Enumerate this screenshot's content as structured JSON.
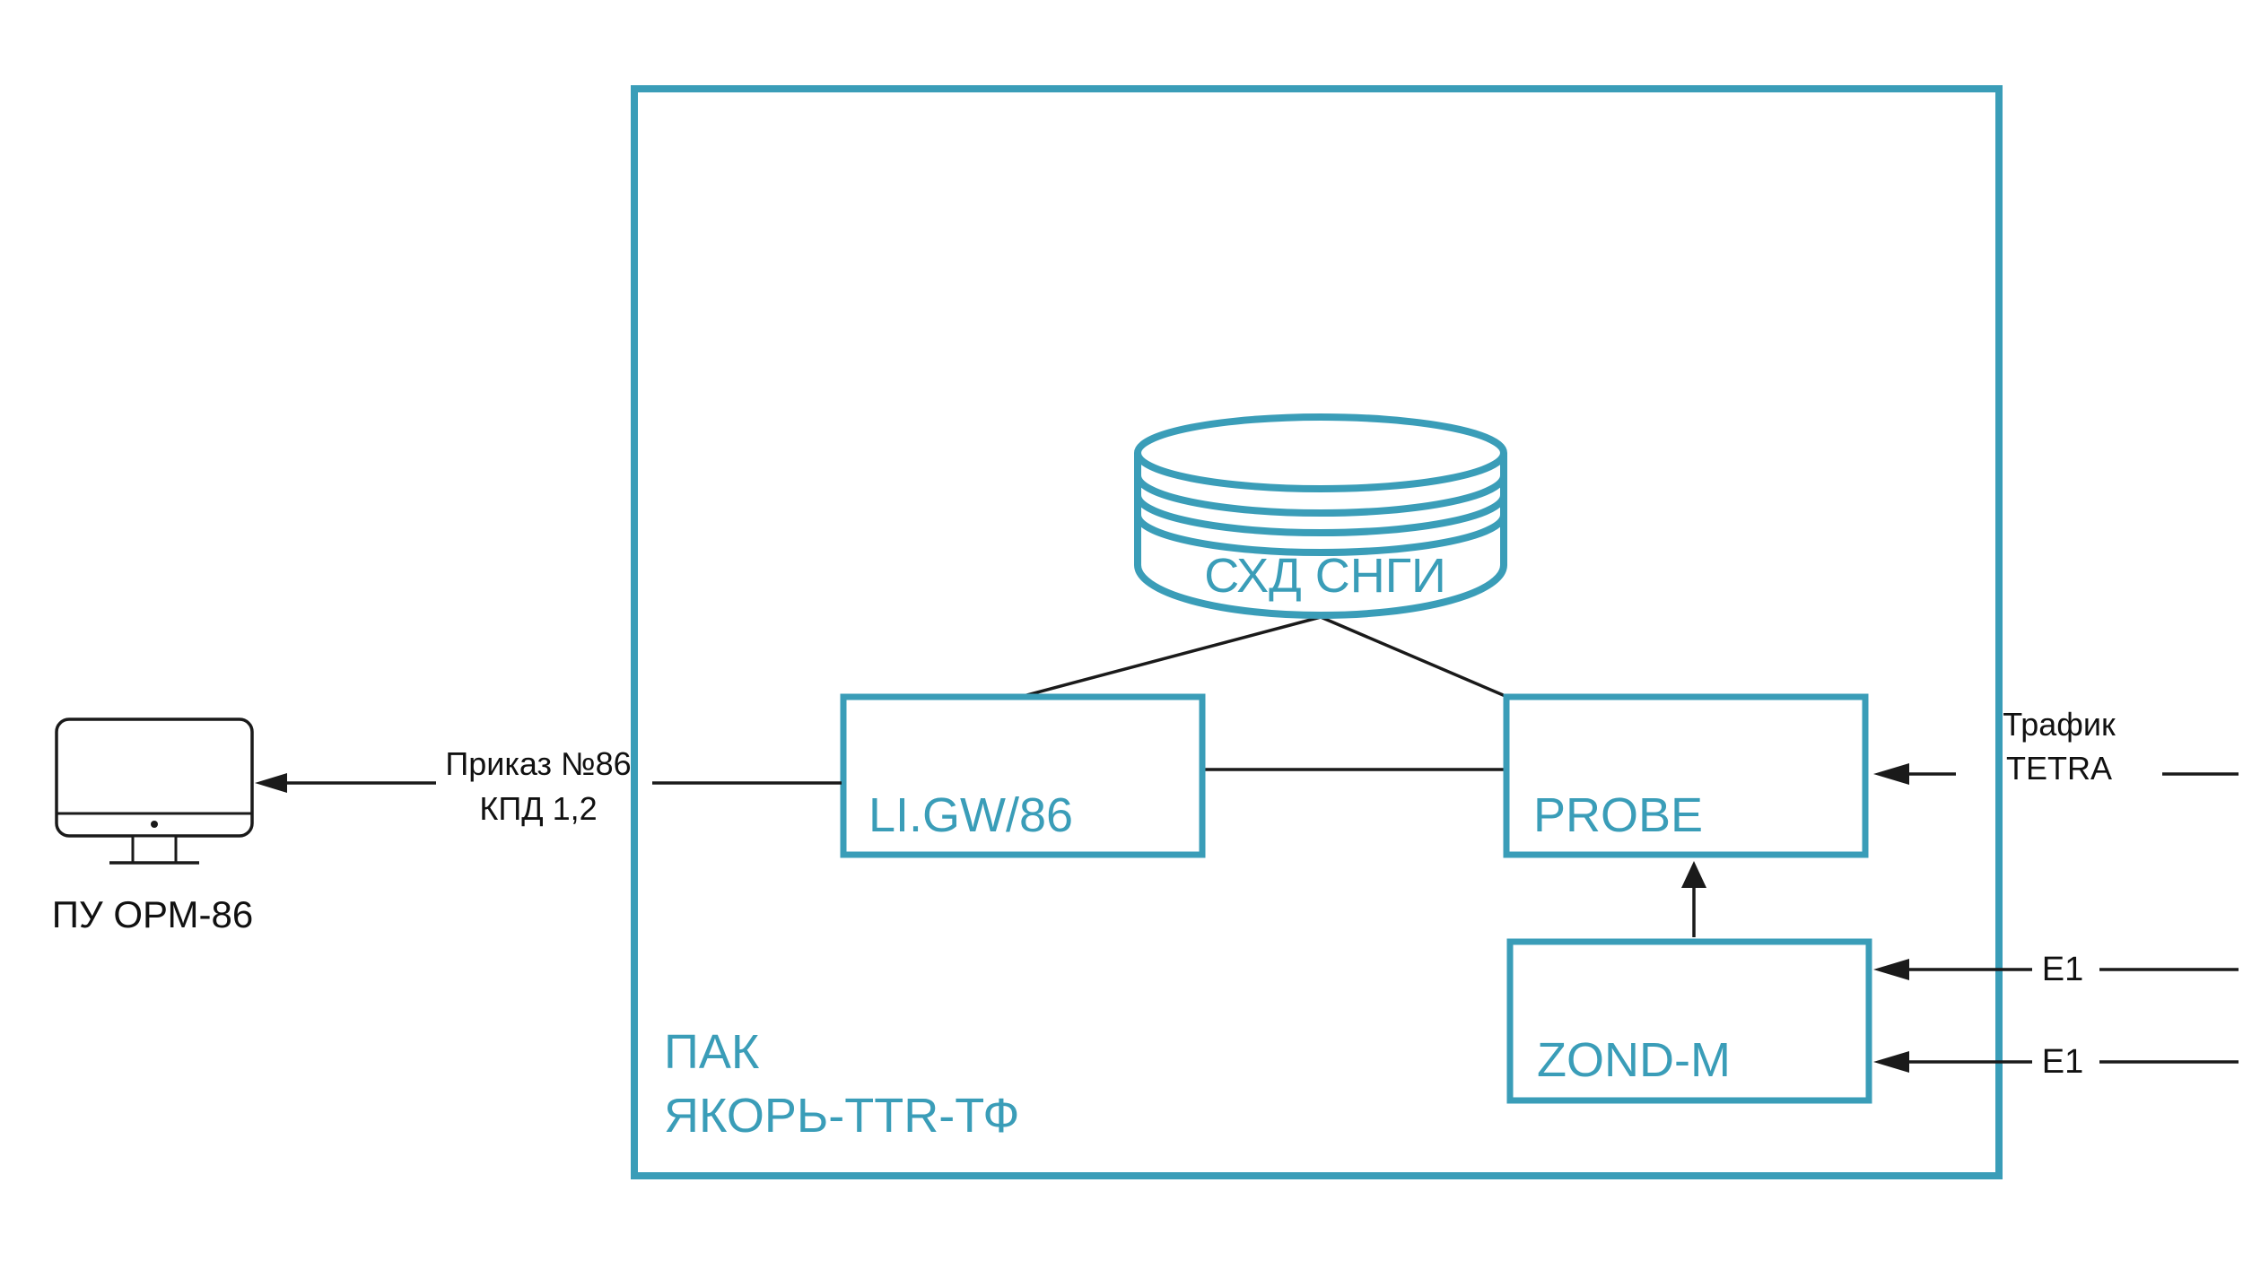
{
  "colors": {
    "accent": "#3a9db8",
    "line": "#1a1a1a",
    "text": "#111111",
    "background": "#ffffff"
  },
  "container": {
    "label_line1": "ПАК",
    "label_line2": "ЯКОРЬ-TTR-ТФ"
  },
  "storage": {
    "label": "СХД СНГИ",
    "icon": "database-icon"
  },
  "nodes": {
    "ligw": "LI.GW/86",
    "probe": "PROBE",
    "zond": "ZOND-M"
  },
  "workstation": {
    "label": "ПУ ОРМ-86",
    "icon": "monitor-icon"
  },
  "links": {
    "order_line1": "Приказ №86",
    "order_line2": "КПД 1,2",
    "traffic_line1": "Трафик",
    "traffic_line2": "TETRA",
    "e1_top": "E1",
    "e1_bottom": "E1"
  }
}
